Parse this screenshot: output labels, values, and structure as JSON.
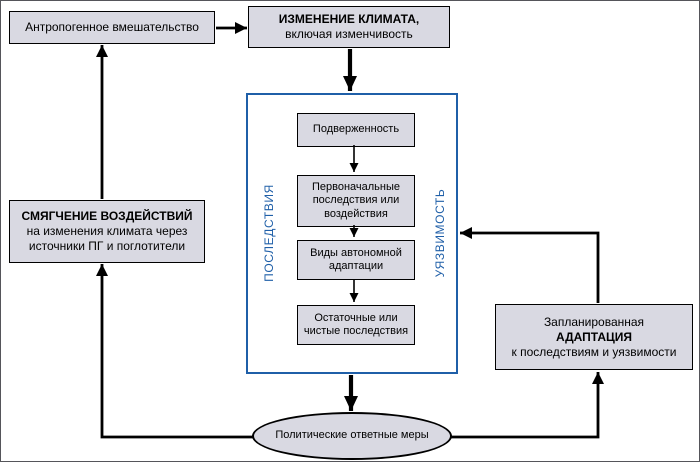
{
  "diagram_title": "Climate change mitigation and adaptation cycle",
  "colors": {
    "box_fill": "#d9d9e2",
    "box_border": "#000000",
    "panel_border": "#1f5fa8",
    "panel_label_text": "#1f5fa8",
    "arrow": "#000000",
    "background": "#ffffff"
  },
  "nodes": {
    "anthropogenic": {
      "label": "Антропогенное вмешательство"
    },
    "climate_change": {
      "title": "ИЗМЕНЕНИЕ КЛИМАТА,",
      "subtitle": "включая изменчивость"
    },
    "panel": {
      "left_label": "ПОСЛЕДСТВИЯ",
      "right_label": "УЯЗВИМОСТЬ",
      "steps": [
        {
          "label": "Подверженность"
        },
        {
          "label": "Первоначальные последствия или воздействия"
        },
        {
          "label": "Виды автономной адаптации"
        },
        {
          "label": "Остаточные или чистые последствия"
        }
      ]
    },
    "mitigation": {
      "title": "СМЯГЧЕНИЕ ВОЗДЕЙСТВИЙ",
      "subtitle": "на изменения климата через источники ПГ и поглотители"
    },
    "adaptation": {
      "line1": "Запланированная",
      "line2": "АДАПТАЦИЯ",
      "line3": "к последствиям и уязвимости"
    },
    "policy": {
      "label": "Политические ответные меры"
    }
  }
}
